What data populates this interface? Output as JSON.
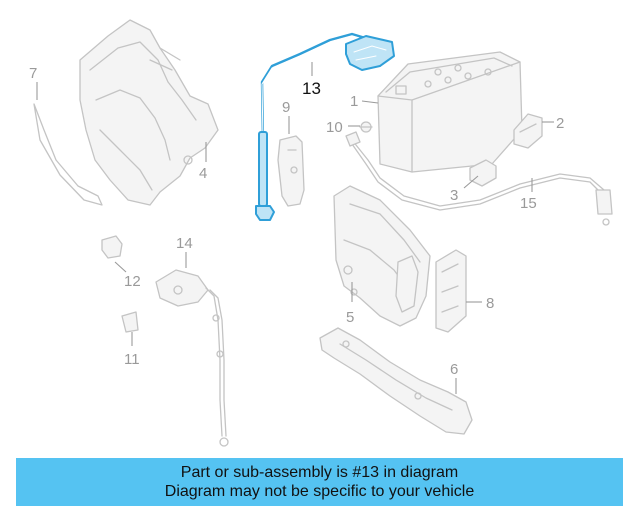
{
  "callouts": {
    "c1": "1",
    "c2": "2",
    "c3": "3",
    "c4": "4",
    "c5": "5",
    "c6": "6",
    "c7": "7",
    "c8": "8",
    "c9": "9",
    "c10": "10",
    "c11": "11",
    "c12": "12",
    "c13": "13",
    "c14": "14",
    "c15": "15"
  },
  "highlighted_part": "13",
  "colors": {
    "highlight": "#2f9fd8",
    "caption_bg": "#55c3f2",
    "ghost": "#c4c4c4"
  },
  "caption": {
    "line1": "Part or sub-assembly is #13 in diagram",
    "line2": "Diagram may not be specific to your vehicle"
  }
}
